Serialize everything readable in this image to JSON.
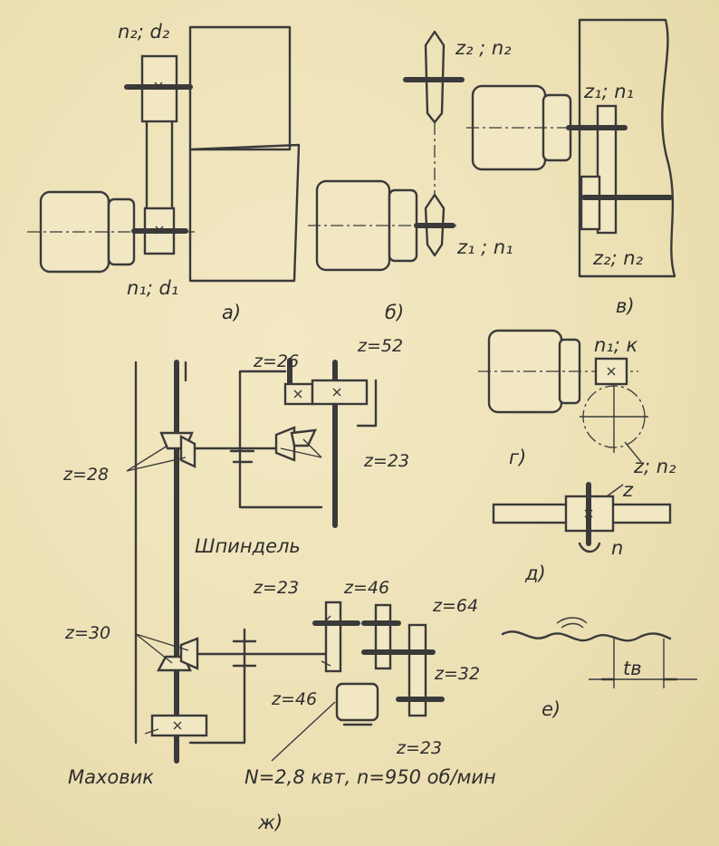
{
  "panels": {
    "a": {
      "caption": "а)",
      "top_label": "n₂; d₂",
      "bottom_label": "n₁; d₁"
    },
    "b": {
      "caption": "б)",
      "top_label": "z₂ ; n₂",
      "bottom_label": "z₁ ; n₁"
    },
    "v": {
      "caption": "в)",
      "top_label": "z₁; n₁",
      "bottom_label": "z₂; n₂"
    },
    "g": {
      "caption": "г)",
      "top_label": "n₁; к",
      "bottom_label": "z; n₂"
    },
    "d": {
      "caption": "д)",
      "gear_label": "z",
      "speed_label": "n"
    },
    "e": {
      "caption": "е)",
      "pitch_label": "tв"
    },
    "zh": {
      "caption": "ж)",
      "gears": {
        "z26": "z=26",
        "z52": "z=52",
        "z28": "z=28",
        "z23_top": "z=23",
        "z30": "z=30",
        "z23_mid": "z=23",
        "z46_top": "z=46",
        "z64": "z=64",
        "z32": "z=32",
        "z46_bottom": "z=46",
        "z23_bottom": "z=23"
      },
      "spindle": "Шпиндель",
      "flywheel": "Маховик",
      "motor_spec": "N=2,8 квт,  n=950 об/мин"
    }
  }
}
